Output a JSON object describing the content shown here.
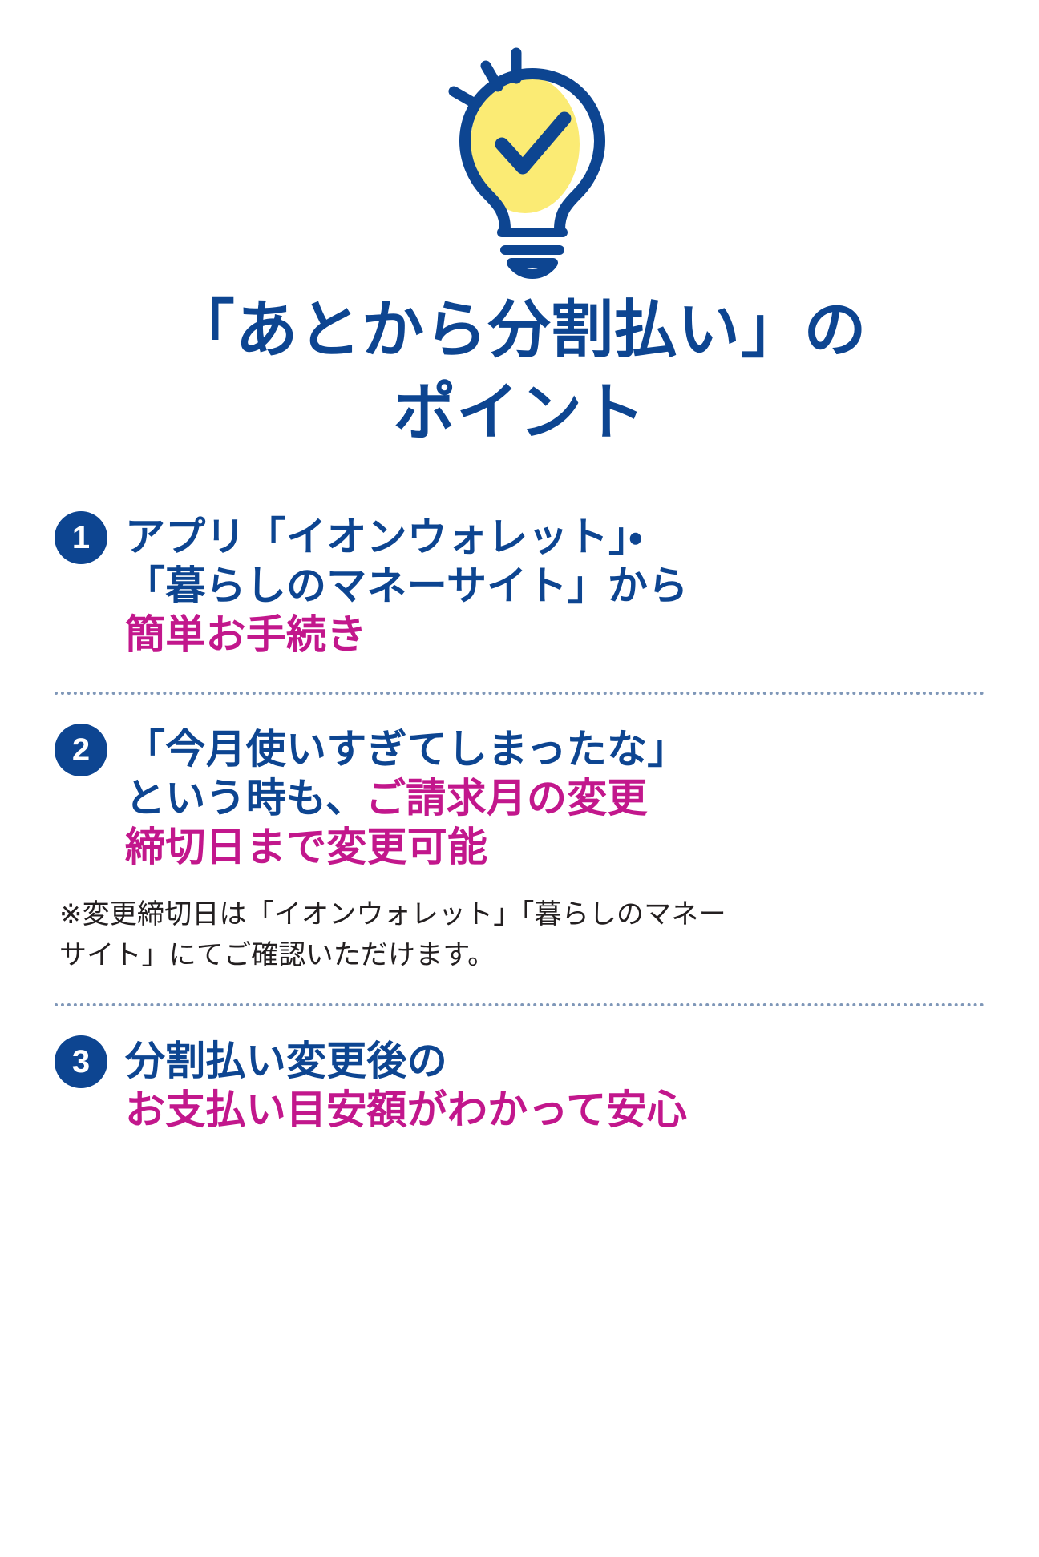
{
  "colors": {
    "brand_blue": "#0d4591",
    "accent_magenta": "#c2178c",
    "highlight_yellow": "#fbeb74",
    "note_gray": "#231f20",
    "divider": "#7f97b8",
    "background": "#ffffff"
  },
  "hero": {
    "icon": "lightbulb-check-icon",
    "bulb_fill": "#fbeb74",
    "outline": "#0d4591"
  },
  "title": {
    "line1_prefix": "「あとから",
    "line1_marked": "分割払い」の",
    "line1_full": "「あとから分割払い」の",
    "line2_marked": "ポイント",
    "line2_full": "ポイント"
  },
  "points": [
    {
      "number": "1",
      "lines": [
        {
          "text": "アプリ「イオンウォレット」・",
          "color": "blue"
        },
        {
          "text": "「暮らしのマネーサイト」から",
          "color": "blue"
        },
        {
          "text": "簡単お手続き",
          "color": "magenta"
        }
      ],
      "note": null
    },
    {
      "number": "2",
      "lines": [
        {
          "text": "「今月使いすぎてしまったな」",
          "color": "blue"
        },
        {
          "text": "という時も、",
          "color": "blue",
          "text2": "ご請求月の変更",
          "color2": "magenta"
        },
        {
          "text": "締切日まで変更可能",
          "color": "magenta"
        }
      ],
      "note": {
        "line1": "※変更締切日は「イオンウォレット」「暮らしのマネー",
        "line2": "サイト」にてご確認いただけます。"
      }
    },
    {
      "number": "3",
      "lines": [
        {
          "text": "分割払い変更後の",
          "color": "blue"
        },
        {
          "text": "お支払い目安額がわかって安心",
          "color": "magenta"
        }
      ],
      "note": null
    }
  ]
}
